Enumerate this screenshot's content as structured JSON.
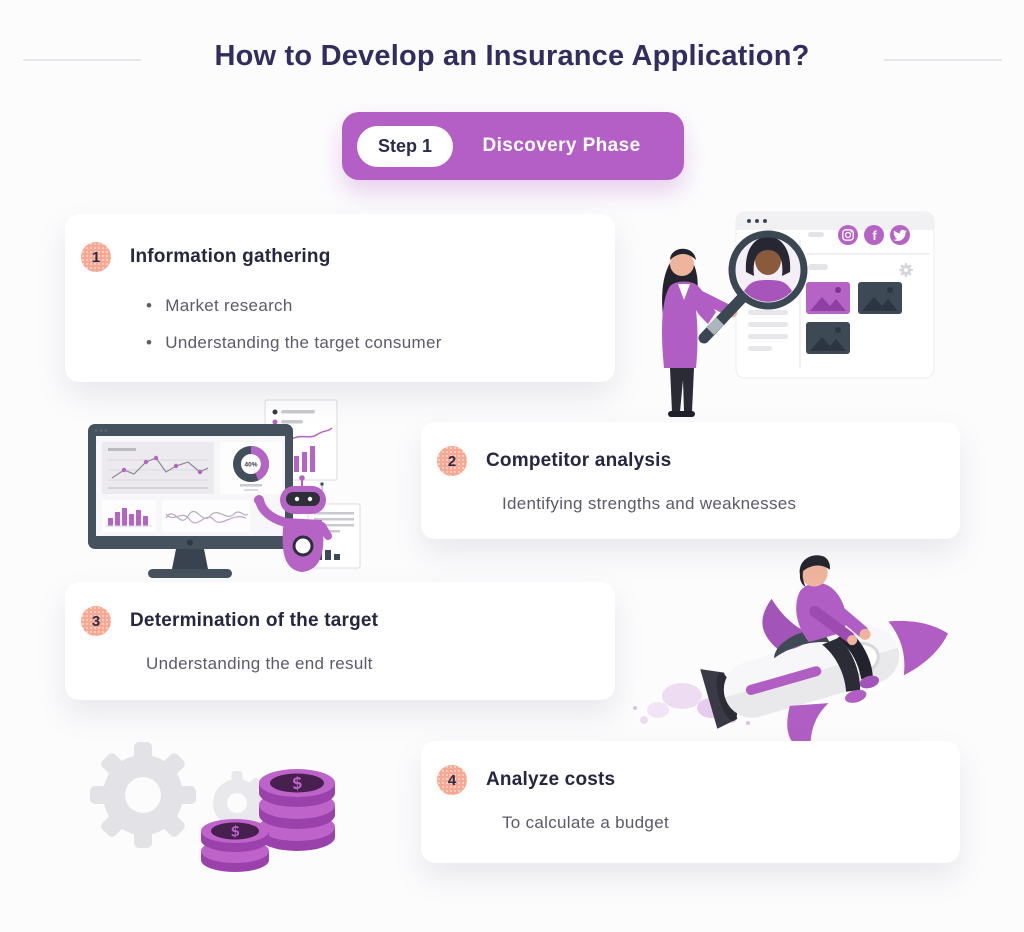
{
  "header": {
    "title": "How to Develop an Insurance Application?",
    "step_label": "Step 1",
    "step_title": "Discovery Phase"
  },
  "cards": [
    {
      "number": "1",
      "title": "Information gathering",
      "bullets": [
        "Market research",
        "Understanding the target consumer"
      ]
    },
    {
      "number": "2",
      "title": "Competitor analysis",
      "subtitle": "Identifying strengths and weaknesses"
    },
    {
      "number": "3",
      "title": "Determination of the target",
      "subtitle": "Understanding the end result"
    },
    {
      "number": "4",
      "title": "Analyze costs",
      "subtitle": "To calculate a budget"
    }
  ],
  "illustrations": {
    "donut_label": "40%",
    "coin_symbol": "$",
    "icons": [
      "instagram-icon",
      "facebook-icon",
      "twitter-icon",
      "gear-icon"
    ]
  },
  "colors": {
    "accent_purple": "#b35fc5",
    "badge_salmon": "#f6a893",
    "title_navy": "#322d5e",
    "heading_navy": "#262643",
    "body_gray": "#5b5b69",
    "slate_dark": "#3e4956"
  }
}
